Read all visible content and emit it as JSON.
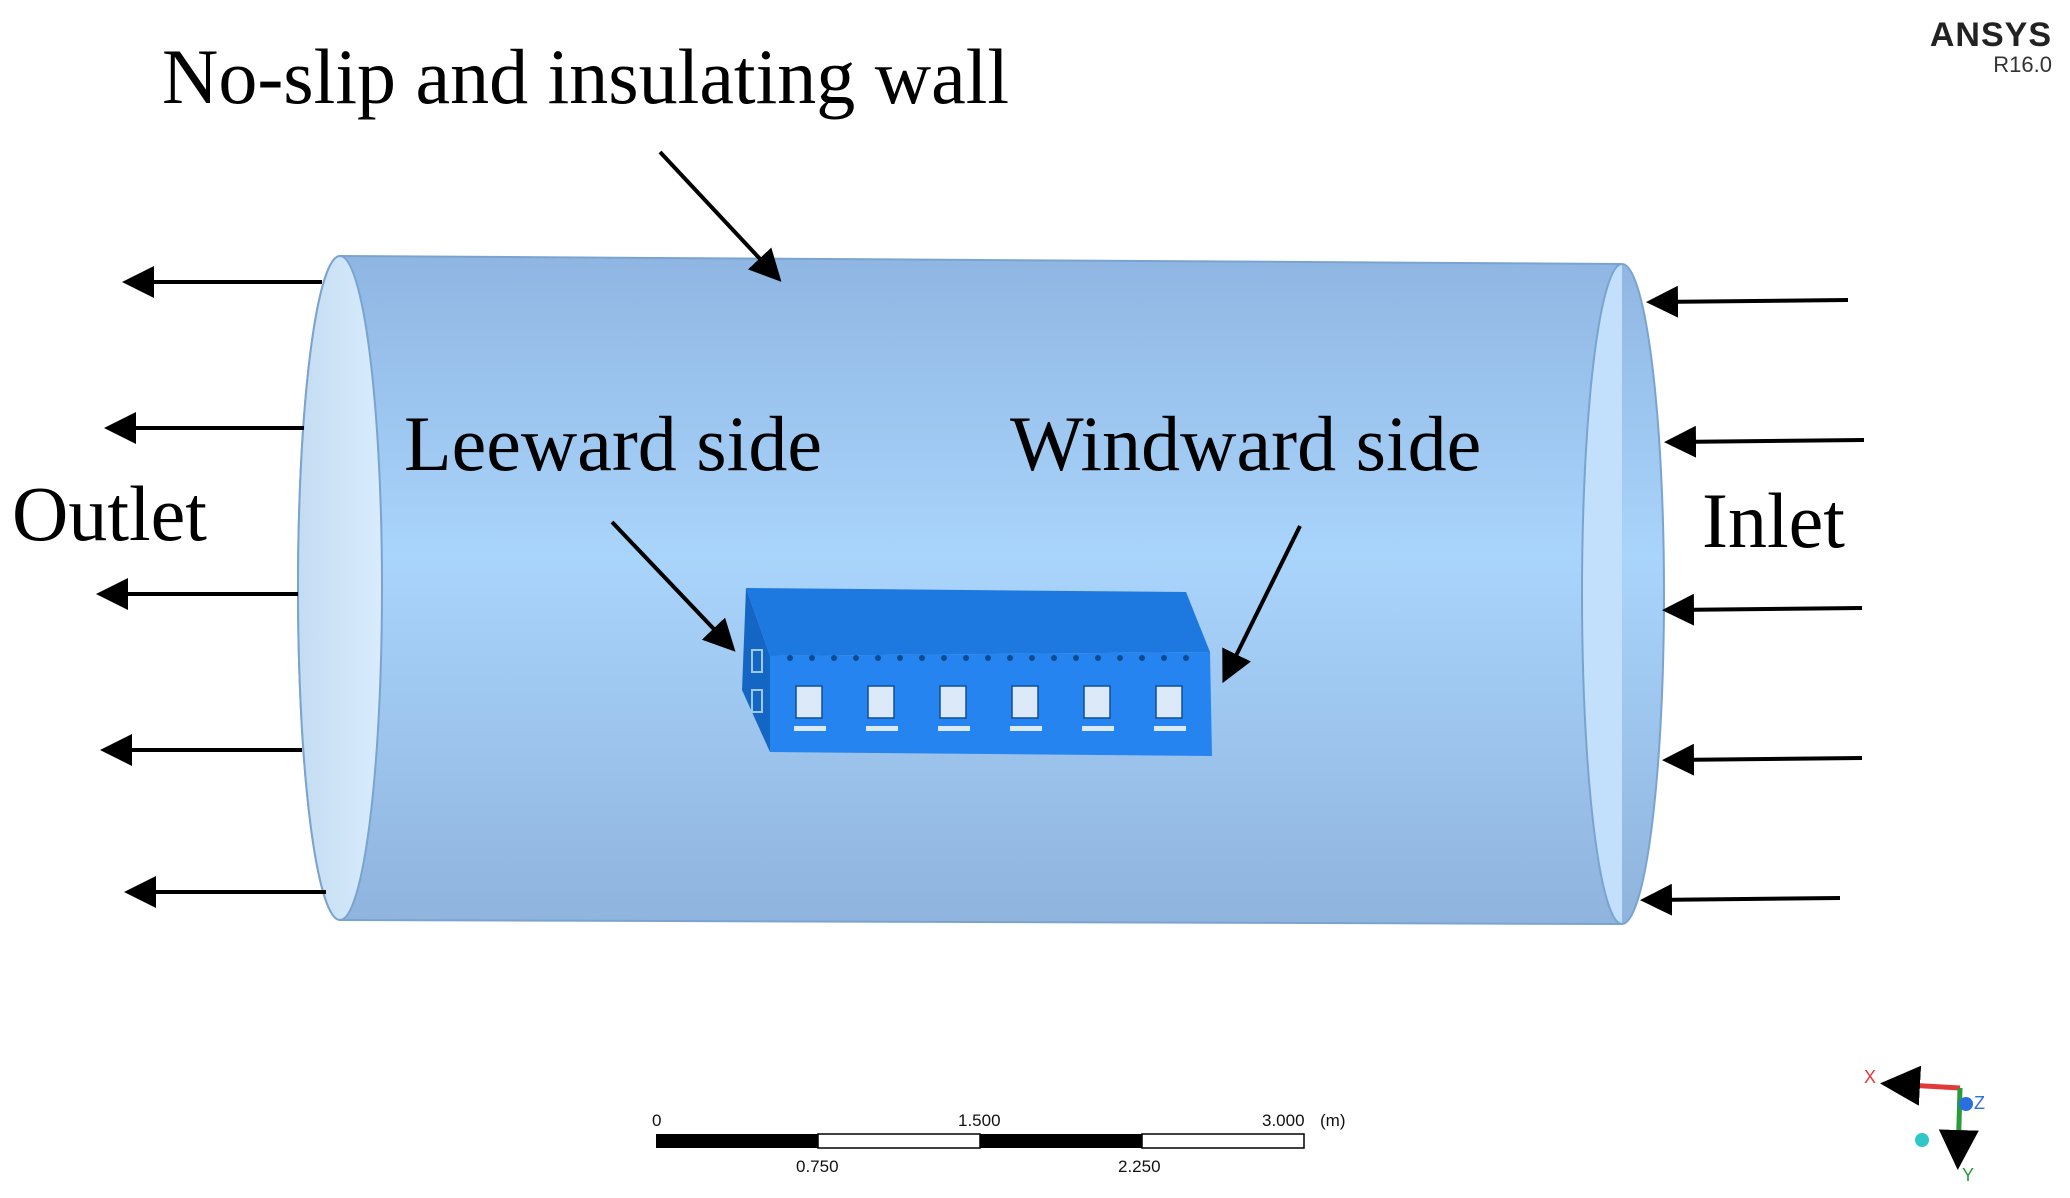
{
  "labels": {
    "wall": "No-slip and insulating wall",
    "leeward": "Leeward side",
    "windward": "Windward side",
    "outlet": "Outlet",
    "inlet": "Inlet"
  },
  "brand": {
    "name": "ANSYS",
    "version": "R16.0"
  },
  "scale_bar": {
    "major_labels": [
      "0",
      "1.500",
      "3.000"
    ],
    "minor_labels": [
      "0.750",
      "2.250"
    ],
    "unit": "(m)"
  },
  "triad": {
    "x": "X",
    "y": "Y",
    "z": "Z"
  },
  "colors": {
    "cylinder": "#a6d0f5",
    "train": "#1e7fe8",
    "x_axis": "#e23a3a",
    "y_axis": "#2a9a3a",
    "z_axis": "#2a6fe0"
  }
}
